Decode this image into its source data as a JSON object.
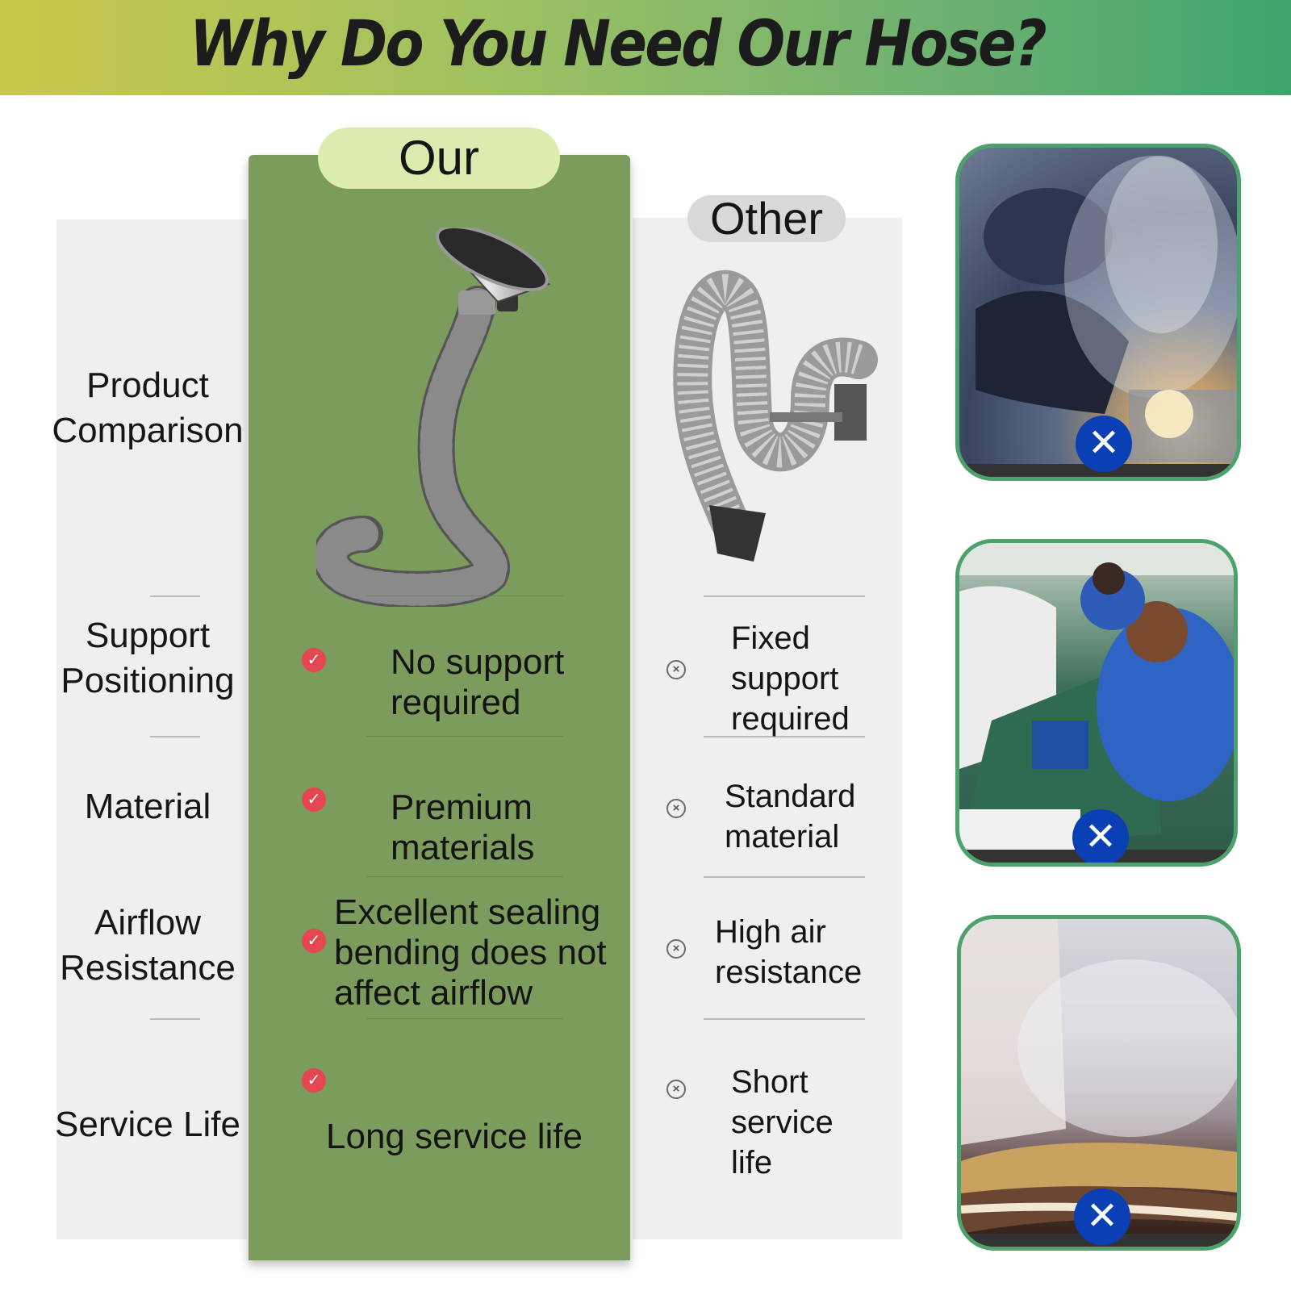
{
  "header": {
    "title": "Why Do You Need Our Hose?"
  },
  "columns": {
    "our_label": "Our",
    "other_label": "Other"
  },
  "rows": [
    {
      "label": "Product Comparison"
    },
    {
      "label": "Support Positioning",
      "our": "No support required",
      "other": "Fixed support required"
    },
    {
      "label": "Material",
      "our": "Premium materials",
      "other": "Standard material"
    },
    {
      "label": "Airflow Resistance",
      "our": "Excellent sealing bending does not affect airflow",
      "other": "High air resistance"
    },
    {
      "label": "Service Life",
      "our": "Long service life",
      "other": "Short service life"
    }
  ],
  "icons": {
    "our_marker": "check-circle-icon",
    "other_marker": "x-circle-icon",
    "photo_badge": "close-icon"
  },
  "colors": {
    "our_column": "#7b9c5c",
    "our_tab": "#dcecaf",
    "check": "#e54652",
    "badge": "#0b3fb4",
    "photo_border": "#4ca16c"
  }
}
